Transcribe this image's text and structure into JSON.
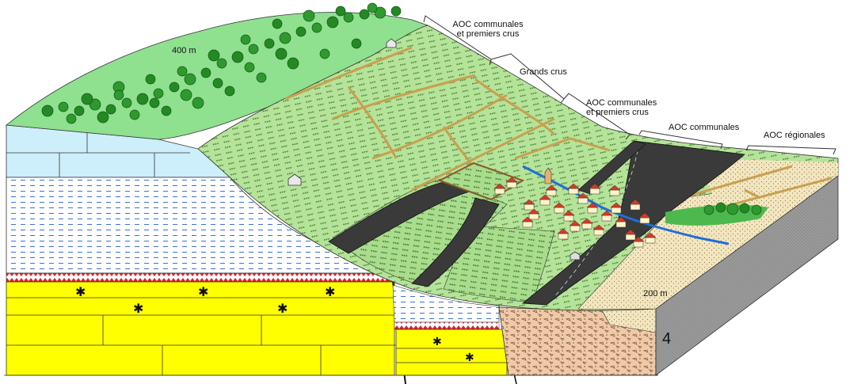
{
  "labels": {
    "aoc_communales_premiers_crus_1": [
      "AOC communales",
      "et premiers crus"
    ],
    "grands_crus": "Grands crus",
    "aoc_communales_premiers_crus_2": [
      "AOC communales",
      "et premiers crus"
    ],
    "aoc_communales": "AOC communales",
    "aoc_regionales": "AOC régionales",
    "altitude_high": "400 m",
    "altitude_low": "200 m",
    "scale_number": "4"
  },
  "colors": {
    "forest": "#2e9a2e",
    "hill_grass": "#8fe08f",
    "vineyard": "#b6e39a",
    "vine_rows": "#3a7a2a",
    "plot_border": "#c8a050",
    "road": "#3a3a3a",
    "river": "#1f6fd6",
    "limestone_blue": "#cdeefb",
    "marl": "#ffffff",
    "yellow_limestone": "#ffff00",
    "alluvium": "#f3e6bf",
    "block_side": "#8a8a8a",
    "roof": "#d83a24",
    "red_band": "#e0202a"
  }
}
